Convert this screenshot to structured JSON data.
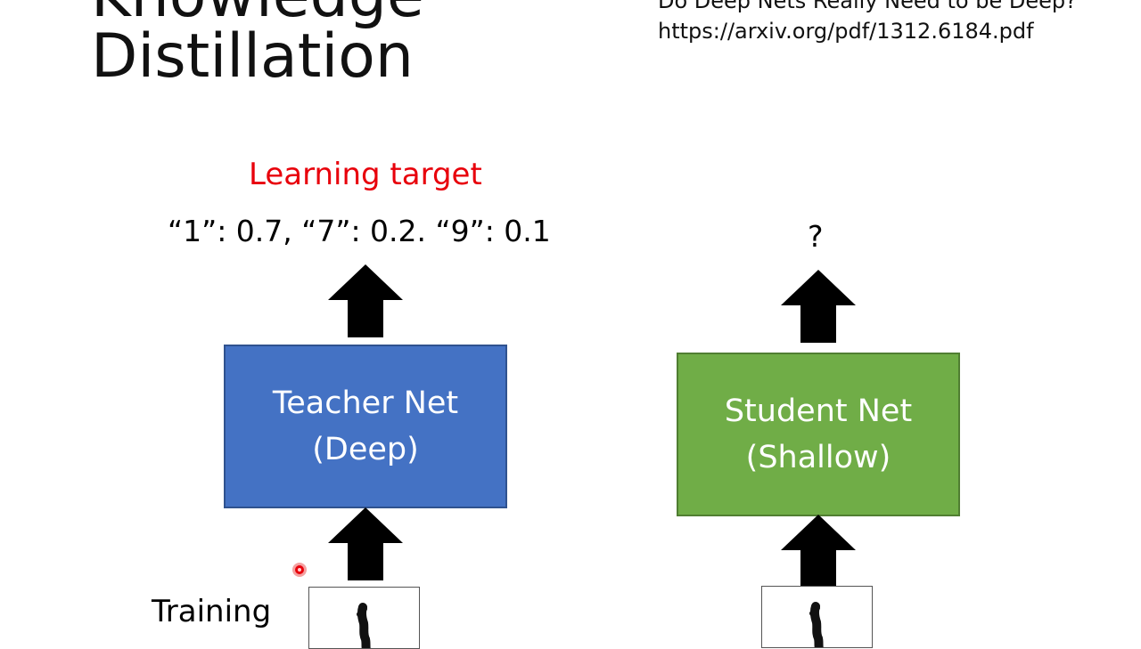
{
  "slide": {
    "title_lines": [
      "Knowledge",
      "Distillation"
    ],
    "reference_lines": [
      "Do Deep Nets Really Need to be Deep?",
      "https://arxiv.org/pdf/1312.6184.pdf"
    ]
  },
  "teacher": {
    "target_label": "Learning target",
    "target_values": "“1”: 0.7, “7”: 0.2. “9”: 0.1",
    "name": "Teacher Net",
    "type": "(Deep)"
  },
  "student": {
    "output": "?",
    "name": "Student Net",
    "type": "(Shallow)"
  },
  "training_label": "Training",
  "colors": {
    "teacher_box": "#4472c4",
    "student_box": "#70ad47",
    "learning_target_text": "#e8000b",
    "arrows": "#000000",
    "pointer": "#e8000b"
  },
  "icons": [
    "arrow-up-icon",
    "handwritten-digit-1-image",
    "laser-pointer-icon"
  ]
}
